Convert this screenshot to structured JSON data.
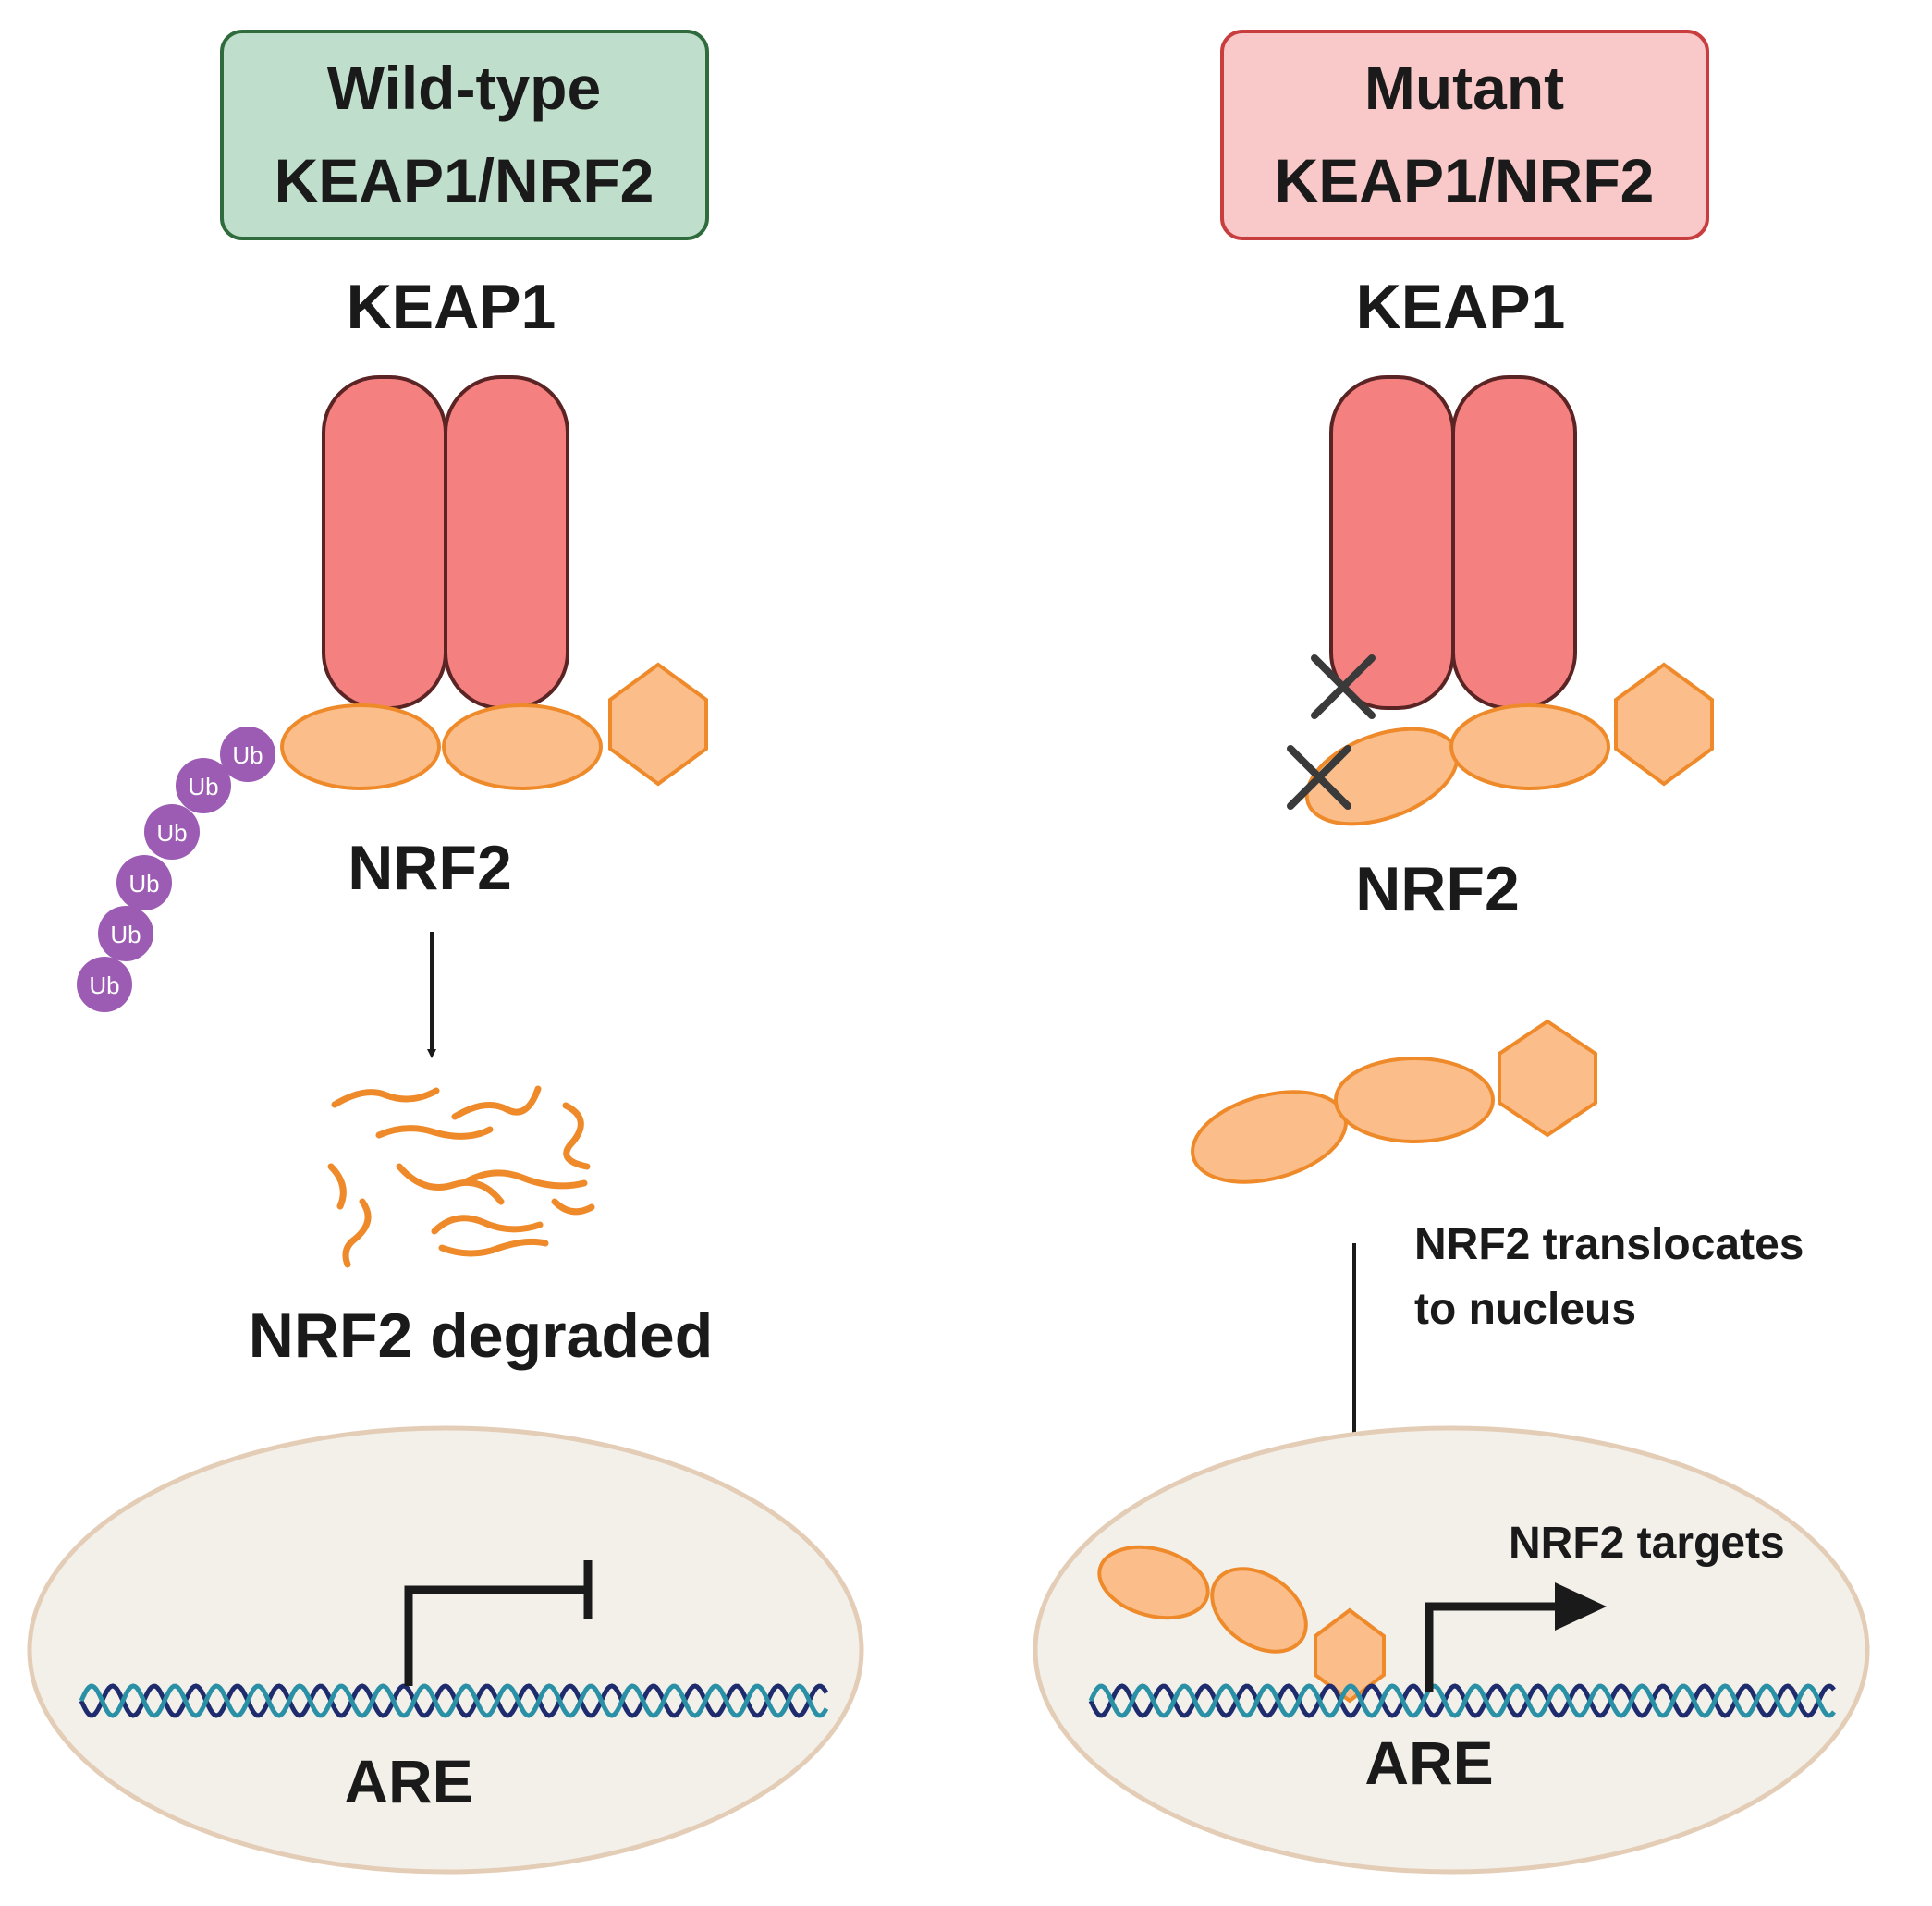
{
  "wild_type": {
    "title_line1": "Wild-type",
    "title_line2": "KEAP1/NRF2",
    "keap1_label": "KEAP1",
    "nrf2_label": "NRF2",
    "ub_label": "Ub",
    "degraded_label": "NRF2 degraded",
    "are_label": "ARE"
  },
  "mutant": {
    "title_line1": "Mutant",
    "title_line2": "KEAP1/NRF2",
    "keap1_label": "KEAP1",
    "nrf2_label": "NRF2",
    "translocate_line1": "NRF2 translocates",
    "translocate_line2": "to nucleus",
    "targets_label": "NRF2 targets",
    "are_label": "ARE"
  },
  "colors": {
    "wt_box_fill": "#bfdecb",
    "wt_box_stroke": "#2f6b3c",
    "mut_box_fill": "#f9c9c9",
    "mut_box_stroke": "#c83e3e",
    "keap1_fill": "#f48080",
    "keap1_stroke": "#5b2424",
    "nrf2_fill": "#fbbd8a",
    "nrf2_stroke": "#ef8a2b",
    "ub_fill": "#9c5cb4",
    "nucleus_fill": "#f3f0ea",
    "nucleus_stroke": "#e4cdb6",
    "dna_dark": "#1e2c6e",
    "dna_light": "#2a90a6",
    "text": "#1a1a1a"
  }
}
